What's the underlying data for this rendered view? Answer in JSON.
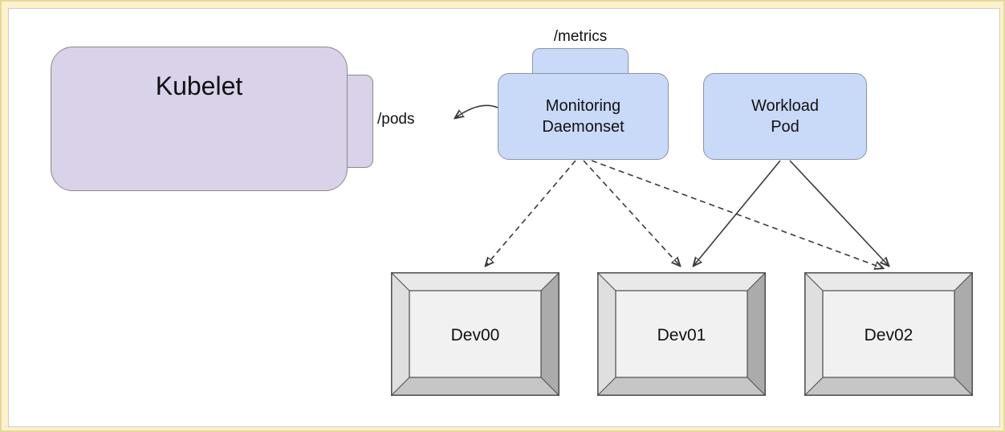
{
  "diagram": {
    "kubelet": {
      "label": "Kubelet",
      "endpoint_label": "/pods"
    },
    "monitoring": {
      "label": "Monitoring\nDaemonset",
      "endpoint_label": "/metrics"
    },
    "workload": {
      "label": "Workload\nPod"
    },
    "devices": [
      {
        "label": "Dev00"
      },
      {
        "label": "Dev01"
      },
      {
        "label": "Dev02"
      }
    ],
    "colors": {
      "frame_background": "#fbf2cb",
      "panel_background": "#ffffff",
      "kubelet_fill": "#d9d2e9",
      "pod_fill": "#c9daf8",
      "device_face": "#f1f1f1",
      "arrow": "#3a3a3a"
    }
  }
}
